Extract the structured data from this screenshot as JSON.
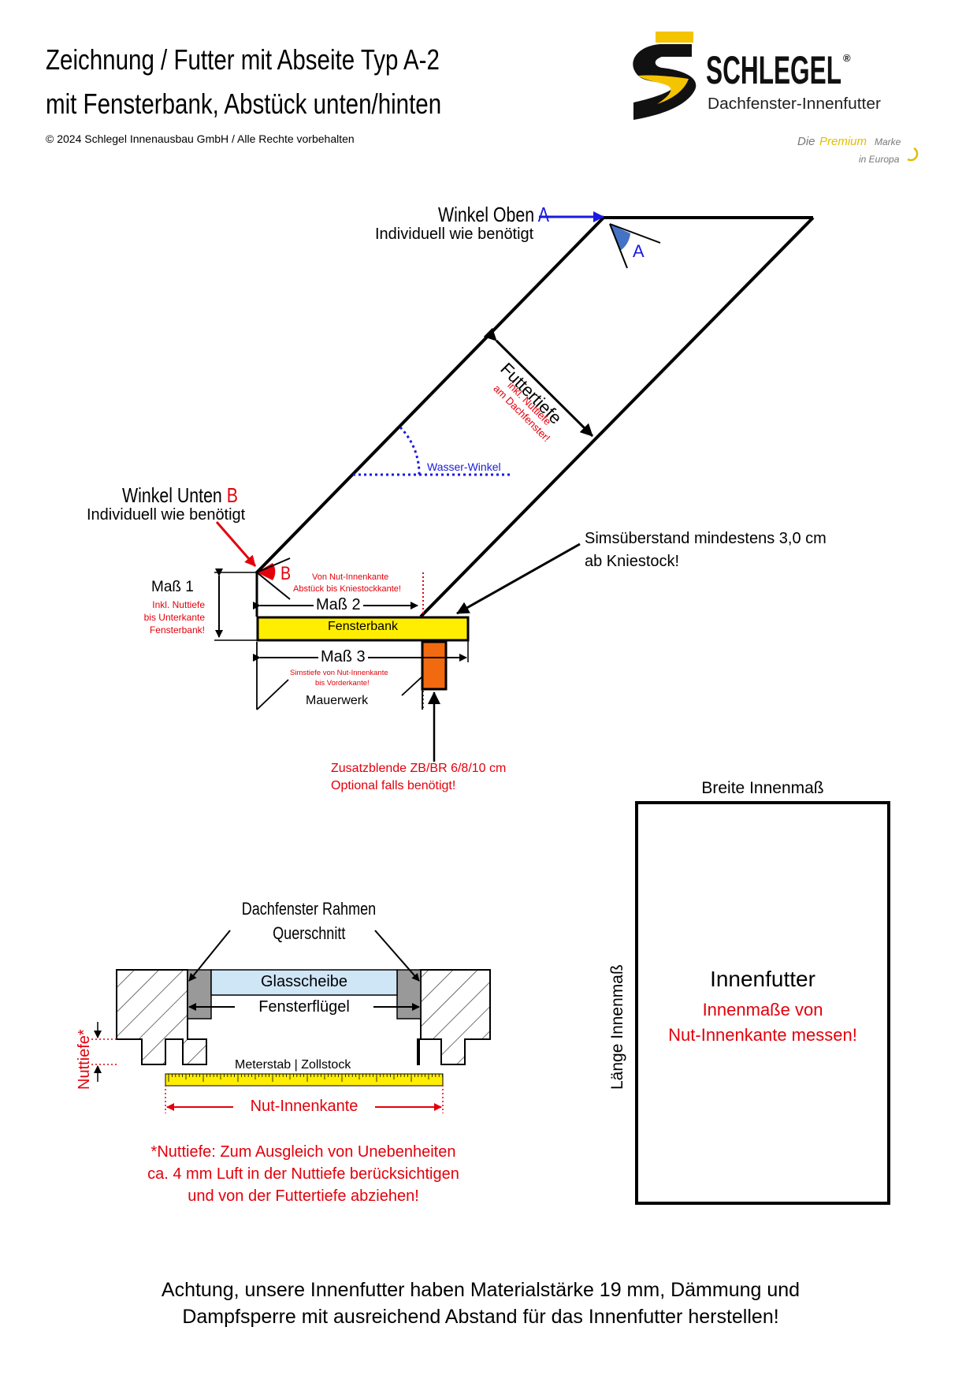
{
  "header": {
    "title_line1": "Zeichnung / Futter mit Abseite Typ A-2",
    "title_line2": "mit Fensterbank, Abstück unten/hinten",
    "copyright": "© 2024 Schlegel Innenausbau GmbH / Alle Rechte vorbehalten"
  },
  "logo": {
    "brand": "SCHLEGEL",
    "registered": "®",
    "subtitle": "Dachfenster-Innenfutter",
    "tagline_die": "Die",
    "tagline_premium": "Premium",
    "tagline_marke": "Marke",
    "tagline_europa": "in Europa"
  },
  "main_drawing": {
    "winkel_oben_label": "Winkel Oben",
    "winkel_oben_letter": "A",
    "winkel_oben_sub": "Individuell wie benötigt",
    "angle_a_letter": "A",
    "futtertiefe": "Futtertiefe",
    "futtertiefe_note1": "inkl. Nuttiefe",
    "futtertiefe_note2": "am Dachfenster!",
    "wasser_winkel": "Wasser-Winkel",
    "winkel_unten_label": "Winkel Unten",
    "winkel_unten_letter": "B",
    "winkel_unten_sub": "Individuell wie benötigt",
    "angle_b_letter": "B",
    "sims_note1": "Simsüberstand mindestens 3,0 cm",
    "sims_note2": "ab Kniestock!",
    "mass1": "Maß 1",
    "mass1_note1": "Inkl. Nuttiefe",
    "mass1_note2": "bis Unterkante",
    "mass1_note3": "Fensterbank!",
    "mass2_note1": "Von Nut-Innenkante",
    "mass2_note2": "Abstück bis Kniestockkante!",
    "mass2": "Maß 2",
    "fensterbank": "Fensterbank",
    "mass3": "Maß 3",
    "mass3_note1": "Simstiefe von Nut-Innenkante",
    "mass3_note2": "bis Vorderkante!",
    "mauerwerk": "Mauerwerk",
    "zusatz1": "Zusatzblende ZB/BR 6/8/10 cm",
    "zusatz2": "Optional falls benötigt!"
  },
  "cross_section": {
    "title1": "Dachfenster Rahmen",
    "title2": "Querschnitt",
    "glasscheibe": "Glasscheibe",
    "fensterfluegel": "Fensterflügel",
    "nuttiefe": "Nuttiefe*",
    "meterstab": "Meterstab | Zollstock",
    "nut_innenkante": "Nut-Innenkante",
    "note1": "*Nuttiefe: Zum Ausgleich von Unebenheiten",
    "note2": "ca. 4 mm Luft in der Nuttiefe berücksichtigen",
    "note3": "und von der Futtertiefe abziehen!"
  },
  "rect_panel": {
    "breite": "Breite Innenmaß",
    "laenge": "Länge Innenmaß",
    "innenfutter": "Innenfutter",
    "note1": "Innenmaße von",
    "note2": "Nut-Innenkante messen!"
  },
  "footer": {
    "line1": "Achtung, unsere Innenfutter haben Materialstärke 19 mm, Dämmung und",
    "line2": "Dampfsperre mit ausreichend Abstand für das Innenfutter herstellen!"
  },
  "colors": {
    "red": "#e3000b",
    "blue": "#1a1adf",
    "yellow": "#ffee00",
    "orange": "#f26a10",
    "logo_yellow": "#f5c400",
    "glass": "#cfe6f7"
  }
}
